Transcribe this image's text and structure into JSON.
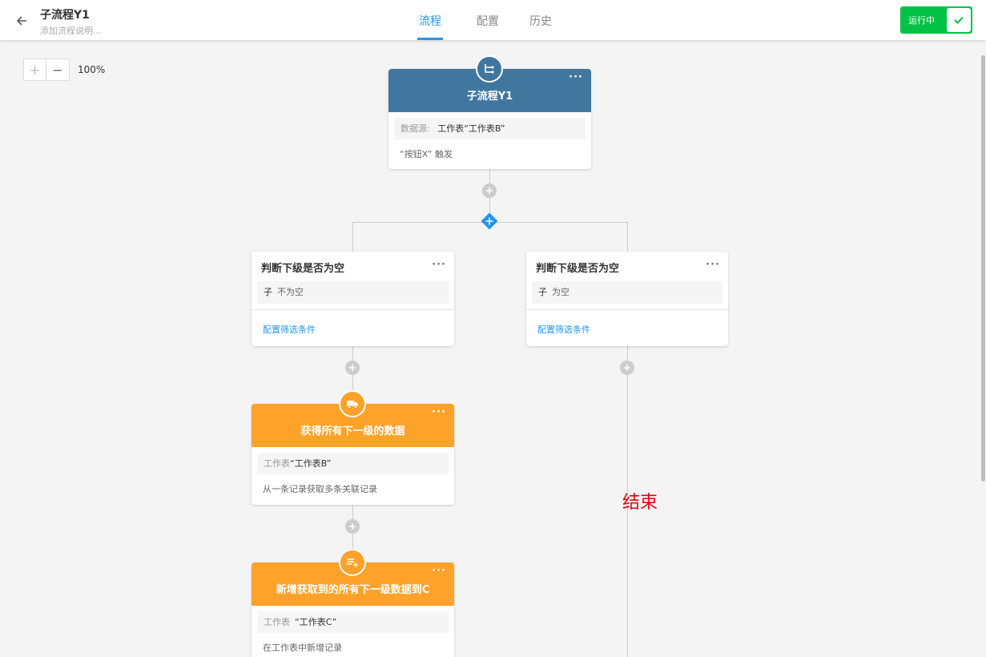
{
  "header": {
    "title": "子流程Y1",
    "subtitle": "添加流程说明...",
    "tabs": [
      {
        "label": "流程",
        "active": true
      },
      {
        "label": "配置",
        "active": false
      },
      {
        "label": "历史",
        "active": false
      }
    ],
    "run_status": "运行中"
  },
  "toolbar": {
    "zoom_in": "+",
    "zoom_out": "−",
    "zoom_level": "100%"
  },
  "colors": {
    "accent": "#2196f3",
    "trigger": "#41779e",
    "action": "#ffa22a",
    "running": "#00c345",
    "end": "#e8000f"
  },
  "flow": {
    "trigger": {
      "title": "子流程Y1",
      "source_label": "数据源:",
      "source_value": "工作表“工作表B”",
      "desc": "“按钮X” 触发"
    },
    "branches": [
      {
        "title": "判断下级是否为空",
        "field": "子",
        "condition": "不为空",
        "link": "配置筛选条件"
      },
      {
        "title": "判断下级是否为空",
        "field": "子",
        "condition": "为空",
        "link": "配置筛选条件"
      }
    ],
    "get_data": {
      "title": "获得所有下一级的数据",
      "field_label": "工作表",
      "field_value": "“工作表B”",
      "desc": "从一条记录获取多条关联记录"
    },
    "add_record": {
      "title": "新增获取到的所有下一级数据到C",
      "field_label": "工作表",
      "field_value": "“工作表C”",
      "desc": "在工作表中新增记录"
    },
    "end_label": "结束"
  }
}
